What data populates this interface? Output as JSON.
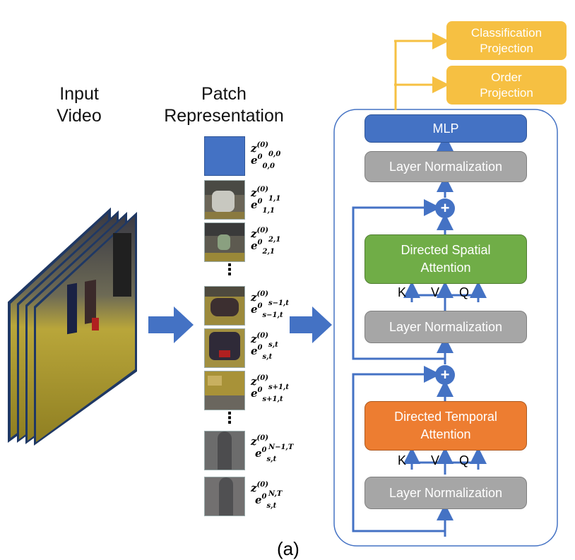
{
  "titles": {
    "input_line1": "Input",
    "input_line2": "Video",
    "patch_line1": "Patch",
    "patch_line2": "Representation"
  },
  "symbols": [
    {
      "z_base": "z",
      "z_sup": "(0)",
      "z_sub": "0,0",
      "e_base": "e",
      "e_sup": "0",
      "e_sub": "0,0"
    },
    {
      "z_base": "z",
      "z_sup": "(0)",
      "z_sub": "1,1",
      "e_base": "e",
      "e_sup": "0",
      "e_sub": "1,1"
    },
    {
      "z_base": "z",
      "z_sup": "(0)",
      "z_sub": "2,1",
      "e_base": "e",
      "e_sup": "0",
      "e_sub": "2,1"
    },
    {
      "z_base": "z",
      "z_sup": "(0)",
      "z_sub": "s−1,t",
      "e_base": "e",
      "e_sup": "0",
      "e_sub": "s−1,t"
    },
    {
      "z_base": "z",
      "z_sup": "(0)",
      "z_sub": "s,t",
      "e_base": "e",
      "e_sup": "0",
      "e_sub": "s,t"
    },
    {
      "z_base": "z",
      "z_sup": "(0)",
      "z_sub": "s+1,t",
      "e_base": "e",
      "e_sup": "0",
      "e_sub": "s+1,t"
    },
    {
      "z_base": "z",
      "z_sup": "(0)",
      "z_sub": "N−1,T",
      "e_base": "e",
      "e_sup": "0",
      "e_sub": "s,t"
    },
    {
      "z_base": "z",
      "z_sup": "(0)",
      "z_sub": "N,T",
      "e_base": "e",
      "e_sup": "0",
      "e_sub": "s,t"
    }
  ],
  "blocks": {
    "mlp": "MLP",
    "layer_norm": "Layer Normalization",
    "spatial_line1": "Directed Spatial",
    "spatial_line2": "Attention",
    "temporal_line1": "Directed Temporal",
    "temporal_line2": "Attention",
    "plus": "+"
  },
  "kvq": {
    "k": "K",
    "v": "V",
    "q": "Q"
  },
  "projections": {
    "classification_line1": "Classification",
    "classification_line2": "Projection",
    "order_line1": "Order",
    "order_line2": "Projection"
  },
  "caption": "(a)",
  "colors": {
    "arrow_blue": "#4472c4",
    "mlp": "#4472c4",
    "layer_norm": "#a6a6a6",
    "spatial": "#70ad47",
    "temporal": "#ed7d31",
    "projection": "#f6c042",
    "projection_arrow": "#f6c042"
  }
}
